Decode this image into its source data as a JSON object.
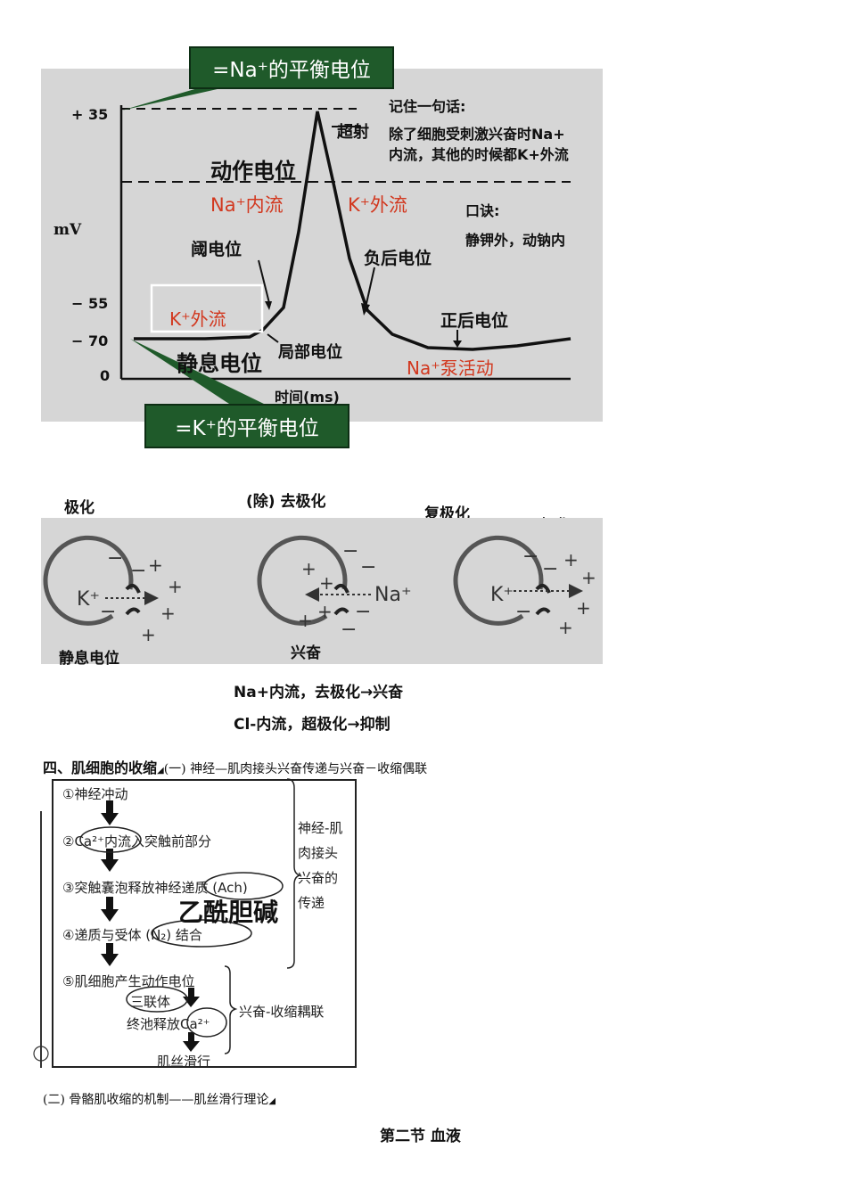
{
  "action_potential": {
    "na_eq_box": "=Na⁺的平衡电位",
    "k_eq_box": "=K⁺的平衡电位",
    "ylabel": "mV",
    "yticks": [
      "+ 35",
      "− 55",
      "− 70",
      "0"
    ],
    "overshoot": "超射",
    "action_potential": "动作电位",
    "na_influx": "Na⁺内流",
    "k_efflux_up": "K⁺外流",
    "threshold": "阈电位",
    "k_efflux_box": "K⁺外流",
    "resting": "静息电位",
    "local": "局部电位",
    "neg_after": "负后电位",
    "pos_after": "正后电位",
    "pump": "Na⁺泵活动",
    "xlabel": "时间(ms)",
    "remember_title": "记住一句话:",
    "remember_line1": "除了细胞受刺激兴奋时Na+",
    "remember_line2": "内流，其他的时候都K+外流",
    "mnemonic_title": "口诀:",
    "mnemonic_text": "静钾外，动钠内"
  },
  "polarization": {
    "label_polar1": "极化",
    "label_depolar": "(除) 去极化",
    "label_repolar": "复极化",
    "label_polar2": "极化",
    "cell1_ion": "K⁺",
    "cell2_ion": "Na⁺",
    "cell3_ion": "K⁺",
    "cell1_caption": "静息电位",
    "cell2_caption": "兴奋",
    "note1": "Na+内流，去极化→兴奋",
    "note2": "Cl-内流，超极化→抑制"
  },
  "section4": {
    "heading": "四、肌细胞的收缩",
    "subheading": "(一) 神经—肌肉接头兴奋传递与兴奋－收缩偶联"
  },
  "flow": {
    "step1": "①神经冲动",
    "step2": "②Ca²⁺内流入突触前部分",
    "step3": "③突触囊泡释放神经递质 (Ach)",
    "ach_note": "乙酰胆碱",
    "step4": "④递质与受体 (N₂) 结合",
    "step5": "⑤肌细胞产生动作电位",
    "triad": "三联体",
    "release": "终池释放Ca²⁺",
    "slide": "肌丝滑行",
    "brace1_l1": "神经-肌",
    "brace1_l2": "肉接头",
    "brace1_l3": "兴奋的",
    "brace1_l4": "传递",
    "brace2": "兴奋-收缩耦联"
  },
  "footer": {
    "subsection2": "(二) 骨骼肌收缩的机制——肌丝滑行理论",
    "section_title": "第二节 血液"
  }
}
